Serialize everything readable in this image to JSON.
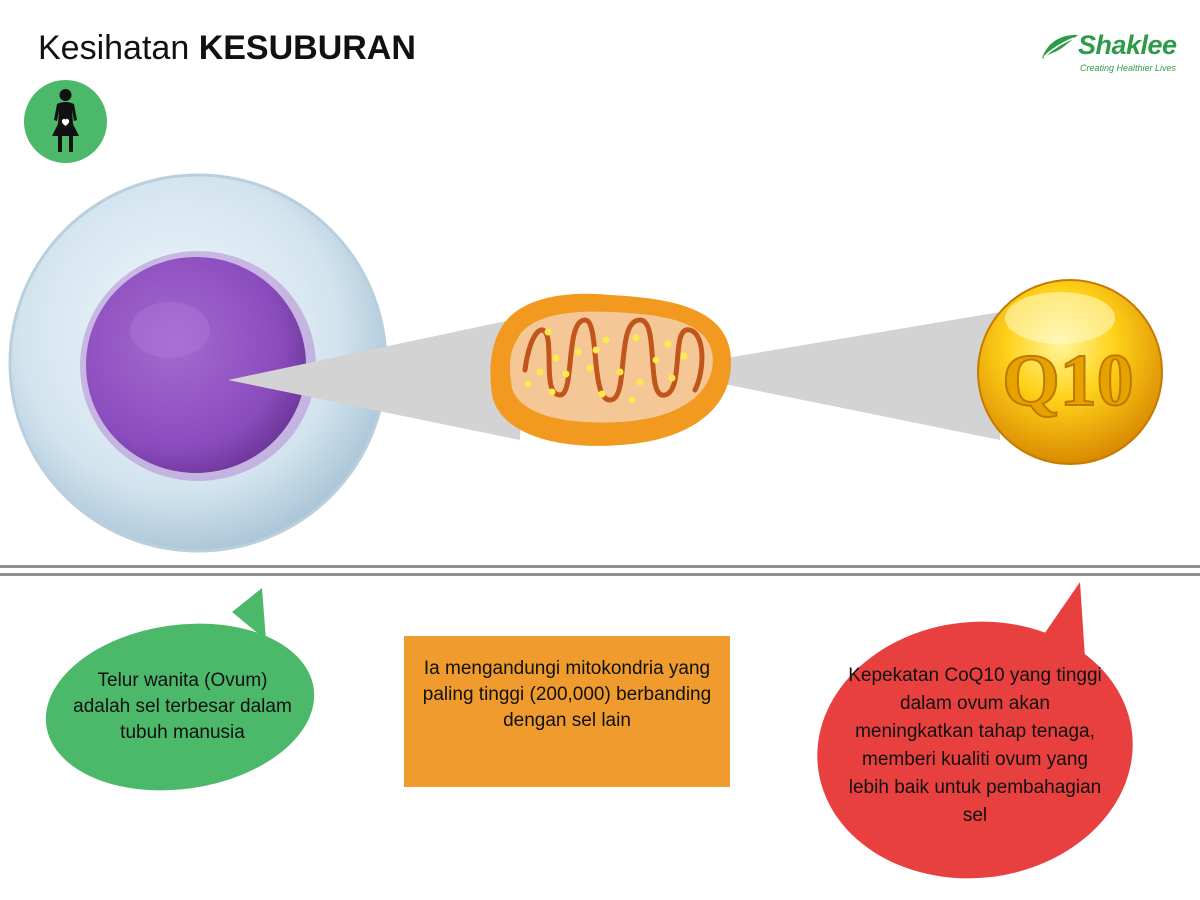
{
  "header": {
    "title_light": "Kesihatan",
    "title_bold": "KESUBURAN",
    "badge_icon": "woman-icon",
    "badge_color": "#4cb86a"
  },
  "logo": {
    "name": "Shaklee",
    "tagline": "Creating Healthier Lives",
    "color": "#2f9b4a"
  },
  "illustrations": {
    "ovum": "ovum-cell-icon",
    "mitochondria": "mitochondria-icon",
    "coq10": "coq10-capsule-icon",
    "coq10_label": "Q10"
  },
  "bubbles": {
    "green": {
      "text": "Telur wanita (Ovum) adalah sel terbesar dalam tubuh manusia",
      "color": "#4cb86a"
    },
    "orange": {
      "text": "Ia mengandungi mitokondria yang paling tinggi (200,000) berbanding dengan sel lain",
      "color": "#ef9b2e"
    },
    "red": {
      "text": "Kepekatan CoQ10 yang tinggi dalam ovum akan meningkatkan tahap tenaga, memberi kualiti ovum yang lebih baik untuk pembahagian sel",
      "color": "#e8403f"
    }
  }
}
